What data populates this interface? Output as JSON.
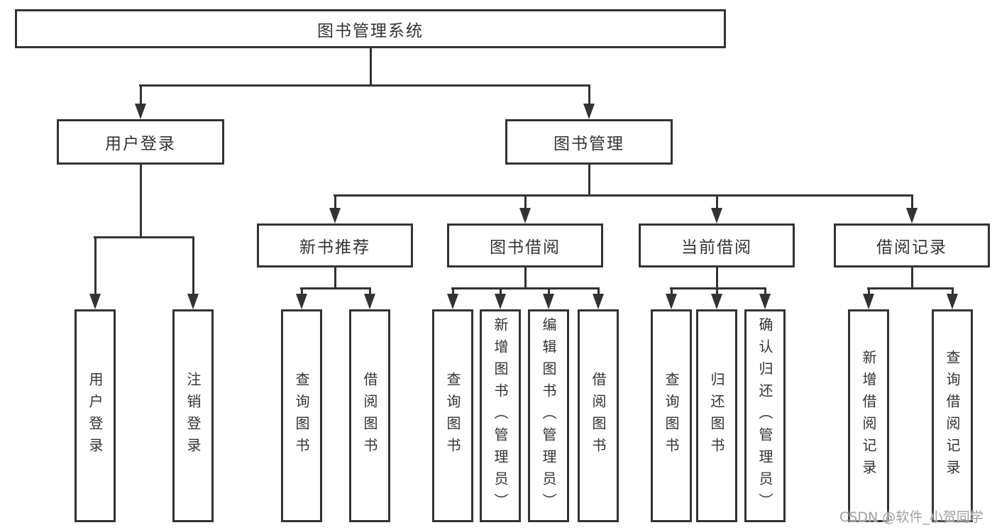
{
  "colors": {
    "line": "#333333",
    "text": "#333333",
    "background": "#ffffff",
    "watermark": "#a0a0a0"
  },
  "tree": {
    "root": "图书管理系统",
    "children": [
      {
        "label": "用户登录",
        "children": [
          "用户登录",
          "注销登录"
        ]
      },
      {
        "label": "图书管理",
        "children": [
          {
            "label": "新书推荐",
            "children": [
              "查询图书",
              "借阅图书"
            ]
          },
          {
            "label": "图书借阅",
            "children": [
              "查询图书",
              "新增图书（管理员）",
              "编辑图书（管理员）",
              "借阅图书"
            ]
          },
          {
            "label": "当前借阅",
            "children": [
              "查询图书",
              "归还图书",
              "确认归还（管理员）"
            ]
          },
          {
            "label": "借阅记录",
            "children": [
              "新增借阅记录",
              "查询借阅记录"
            ]
          }
        ]
      }
    ]
  },
  "watermark": {
    "text": "CSDN @软件_小贺同学"
  }
}
